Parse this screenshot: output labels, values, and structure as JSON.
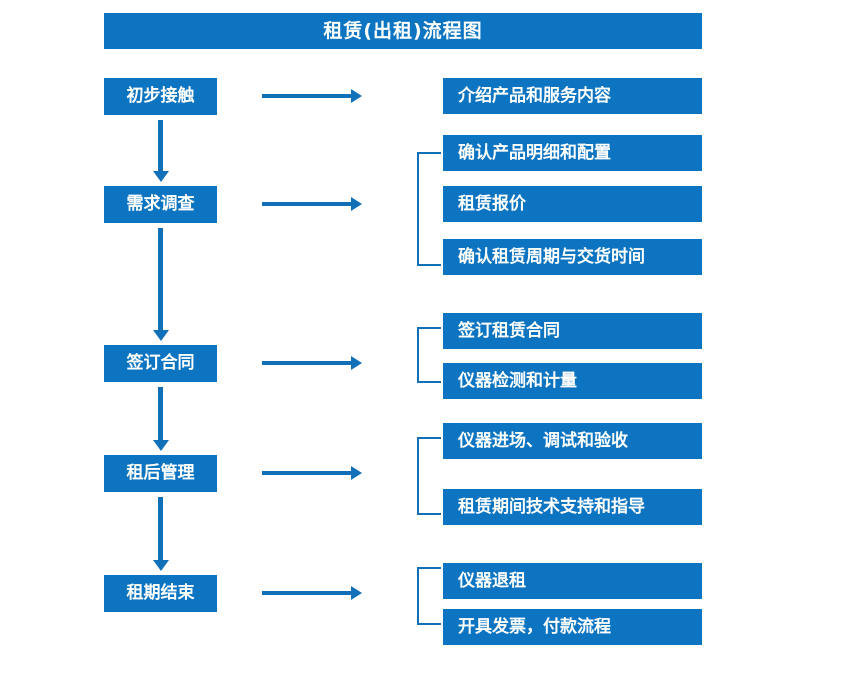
{
  "diagram": {
    "title": "租赁(出租)流程图",
    "accent_color": "#0C74C0",
    "connector_color": "#1270B8",
    "text_color": "#FFFFFF",
    "background_color": "#FFFFFF"
  },
  "stages": [
    {
      "label": "初步接触"
    },
    {
      "label": "需求调查"
    },
    {
      "label": "签订合同"
    },
    {
      "label": "租后管理"
    },
    {
      "label": "租期结束"
    }
  ],
  "details": [
    {
      "label": "介绍产品和服务内容"
    },
    {
      "label": "确认产品明细和配置"
    },
    {
      "label": "租赁报价"
    },
    {
      "label": "确认租赁周期与交货时间"
    },
    {
      "label": "签订租赁合同"
    },
    {
      "label": "仪器检测和计量"
    },
    {
      "label": "仪器进场、调试和验收"
    },
    {
      "label": "租赁期间技术支持和指导"
    },
    {
      "label": "仪器退租"
    },
    {
      "label": "开具发票，付款流程"
    }
  ],
  "groups": [
    {
      "stage": "初步接触",
      "detail_labels": [
        "介绍产品和服务内容"
      ],
      "bracketed": false
    },
    {
      "stage": "需求调查",
      "detail_labels": [
        "确认产品明细和配置",
        "租赁报价",
        "确认租赁周期与交货时间"
      ],
      "bracketed": true
    },
    {
      "stage": "签订合同",
      "detail_labels": [
        "签订租赁合同",
        "仪器检测和计量"
      ],
      "bracketed": true
    },
    {
      "stage": "租后管理",
      "detail_labels": [
        "仪器进场、调试和验收",
        "租赁期间技术支持和指导"
      ],
      "bracketed": true
    },
    {
      "stage": "租期结束",
      "detail_labels": [
        "仪器退租",
        "开具发票，付款流程"
      ],
      "bracketed": true
    }
  ],
  "flow_sequence": [
    "初步接触",
    "需求调查",
    "签订合同",
    "租后管理",
    "租期结束"
  ]
}
